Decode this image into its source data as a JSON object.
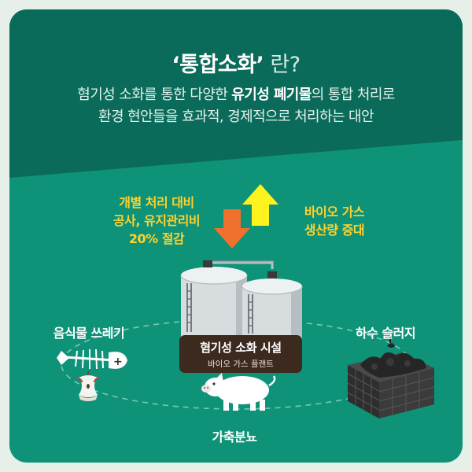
{
  "title": {
    "main": "‘통합소화’",
    "suffix": " 란?"
  },
  "subtitle": {
    "line1_pre": "혐기성 소화를 통한 다양한 ",
    "line1_bold": "유기성 폐기물",
    "line1_post": "의 통합 처리로",
    "line2": "환경 현안들을 효과적, 경제적으로 처리하는 대안"
  },
  "effects": {
    "cost": {
      "line1": "개별 처리 대비",
      "line2": "공사, 유지관리비",
      "line3": "20% 절감"
    },
    "biogas": {
      "line1": "바이오 가스",
      "line2": "생산량 증대"
    }
  },
  "facility": {
    "title": "혐기성 소화 시설",
    "subtitle": "바이오 가스 플랜트"
  },
  "sources": {
    "food": "음식물 쓰레기",
    "sludge": "하수 슬러지",
    "manure": "가축분뇨"
  },
  "colors": {
    "top_band": "#0b6b5a",
    "bottom": "#0e9278",
    "yellow": "#ffd22e",
    "orange_arrow": "#f0702e",
    "yellow_arrow": "#fff31f",
    "facility_box": "#3c2a1f"
  },
  "icons": {
    "up_arrow": "yellow-up-arrow-icon",
    "down_arrow": "orange-down-arrow-icon",
    "tanks": "digester-tank-icon",
    "food": "fish-bone-apple-core-icon",
    "pig": "pig-icon",
    "sludge": "sludge-container-icon"
  }
}
